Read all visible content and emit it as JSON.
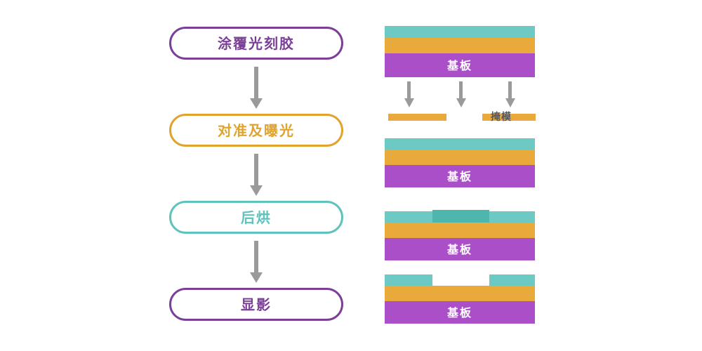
{
  "colors": {
    "purple": "#7b3f98",
    "purple_fill": "#ab4fc9",
    "orange": "#e9a93b",
    "orange_border": "#e8a93c",
    "teal": "#6cc9c4",
    "teal_dark": "#4fb6ae",
    "teal_border": "#5fc2bc",
    "gray_arrow": "#9a9a9a",
    "mask_text": "#58585a",
    "white": "#ffffff"
  },
  "flow": {
    "steps": [
      {
        "id": "coat-photoresist",
        "label": "涂覆光刻胶",
        "color": "#7b3f98"
      },
      {
        "id": "align-expose",
        "label": "对准及曝光",
        "color": "#e0a32e"
      },
      {
        "id": "post-bake",
        "label": "后烘",
        "color": "#5fc2bc"
      },
      {
        "id": "develop",
        "label": "显影",
        "color": "#7b3f98"
      }
    ],
    "arrows": [
      {
        "id": "arrow-1"
      },
      {
        "id": "arrow-2"
      },
      {
        "id": "arrow-3"
      }
    ]
  },
  "illustration": {
    "substrate_label": "基板",
    "mask_label": "掩模",
    "stages": [
      {
        "id": "stage-coated",
        "caption": "涂覆光刻胶",
        "layers": [
          {
            "name": "photoresist",
            "color": "#6cc9c4"
          },
          {
            "name": "oxide",
            "color": "#e9a93b"
          },
          {
            "name": "substrate",
            "color": "#ab4fc9",
            "label": "基板"
          }
        ]
      },
      {
        "id": "stage-exposed",
        "caption": "对准及曝光",
        "layers": [
          {
            "name": "photoresist",
            "color": "#6cc9c4"
          },
          {
            "name": "oxide",
            "color": "#e9a93b"
          },
          {
            "name": "substrate",
            "color": "#ab4fc9",
            "label": "基板"
          }
        ]
      },
      {
        "id": "stage-baked",
        "caption": "后烘",
        "layers": [
          {
            "name": "photoresist",
            "color": "#6cc9c4"
          },
          {
            "name": "photoresist-exposed",
            "color": "#4fb6ae"
          },
          {
            "name": "oxide",
            "color": "#e9a93b"
          },
          {
            "name": "substrate",
            "color": "#ab4fc9",
            "label": "基板"
          }
        ]
      },
      {
        "id": "stage-developed",
        "caption": "显影",
        "layers": [
          {
            "name": "photoresist-left",
            "color": "#6cc9c4"
          },
          {
            "name": "photoresist-right",
            "color": "#6cc9c4"
          },
          {
            "name": "oxide",
            "color": "#e9a93b"
          },
          {
            "name": "substrate",
            "color": "#ab4fc9",
            "label": "基板"
          }
        ]
      }
    ],
    "exposure_beams": [
      {
        "id": "beam-1"
      },
      {
        "id": "beam-2"
      },
      {
        "id": "beam-3"
      }
    ],
    "mask_bars": [
      {
        "id": "mask-bar-left",
        "color": "#e9a93b"
      },
      {
        "id": "mask-bar-right",
        "color": "#e9a93b"
      }
    ]
  }
}
